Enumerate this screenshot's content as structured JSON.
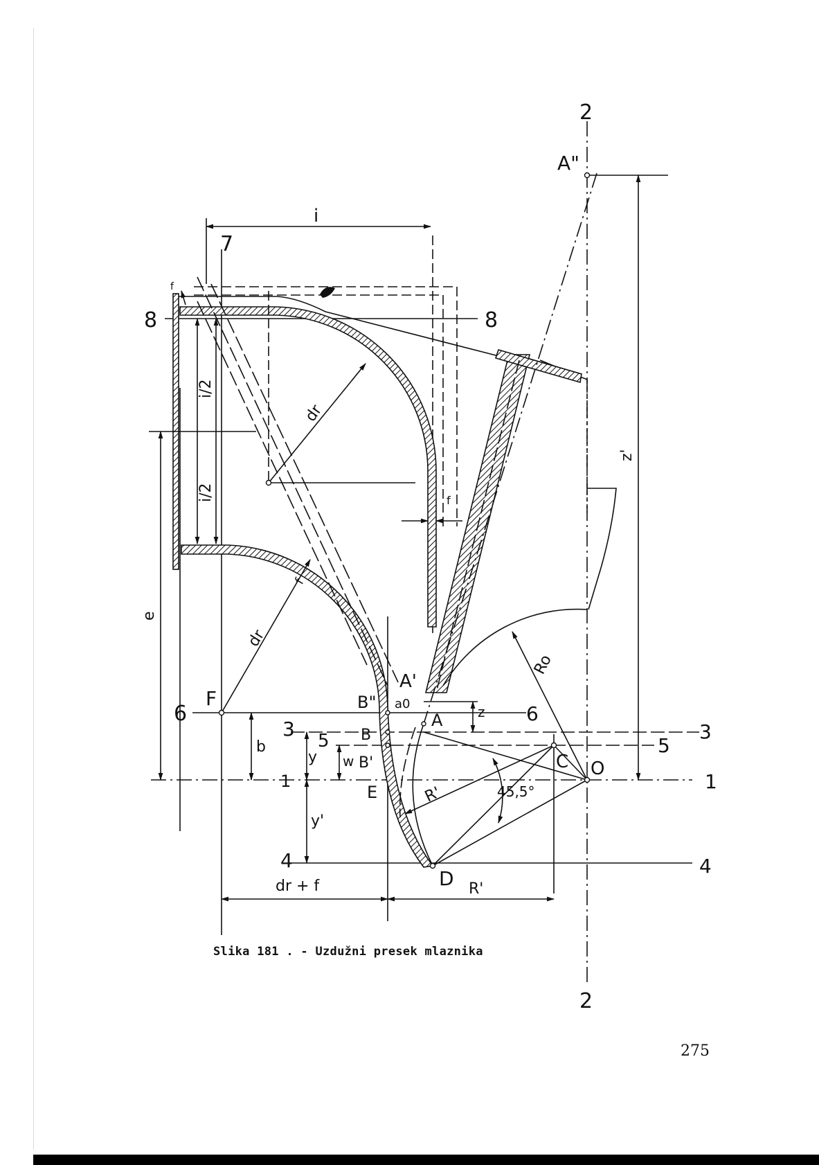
{
  "figure": {
    "caption": "Slika 181 . - Uzdužni presek mlaznika",
    "page_number": "275",
    "labels": {
      "axis_2_top": "2",
      "axis_2_bottom": "2",
      "A2": "A\"",
      "i": "i",
      "seven": "7",
      "eight_left": "8",
      "eight_right": "8",
      "i_half_top": "i/2",
      "i_half_bottom": "i/2",
      "dr_top": "dr",
      "dr_bottom": "dr",
      "f_top": "f",
      "f_mid": "f",
      "f_wall": "f",
      "z_prime": "z'",
      "e": "e",
      "Ro": "Ro",
      "six_left": "6",
      "F": "F",
      "B_dprime": "B\"",
      "A_prime": "A'",
      "a0": "a0",
      "A": "A",
      "z": "z",
      "six_right": "6",
      "three_left": "3",
      "three_right": "3",
      "B": "B",
      "five_left": "5",
      "five_right": "5",
      "b": "b",
      "y": "y",
      "w": "w",
      "B_prime": "B'",
      "C": "C",
      "O": "O",
      "one_left": "1",
      "one_right": "1",
      "E": "E",
      "R_prime_mid": "R'",
      "angle": "45,5°",
      "y_prime": "y'",
      "four_left": "4",
      "four_right": "4",
      "D": "D",
      "R_prime_bottom": "R'",
      "dr_plus_f": "dr + f"
    }
  }
}
